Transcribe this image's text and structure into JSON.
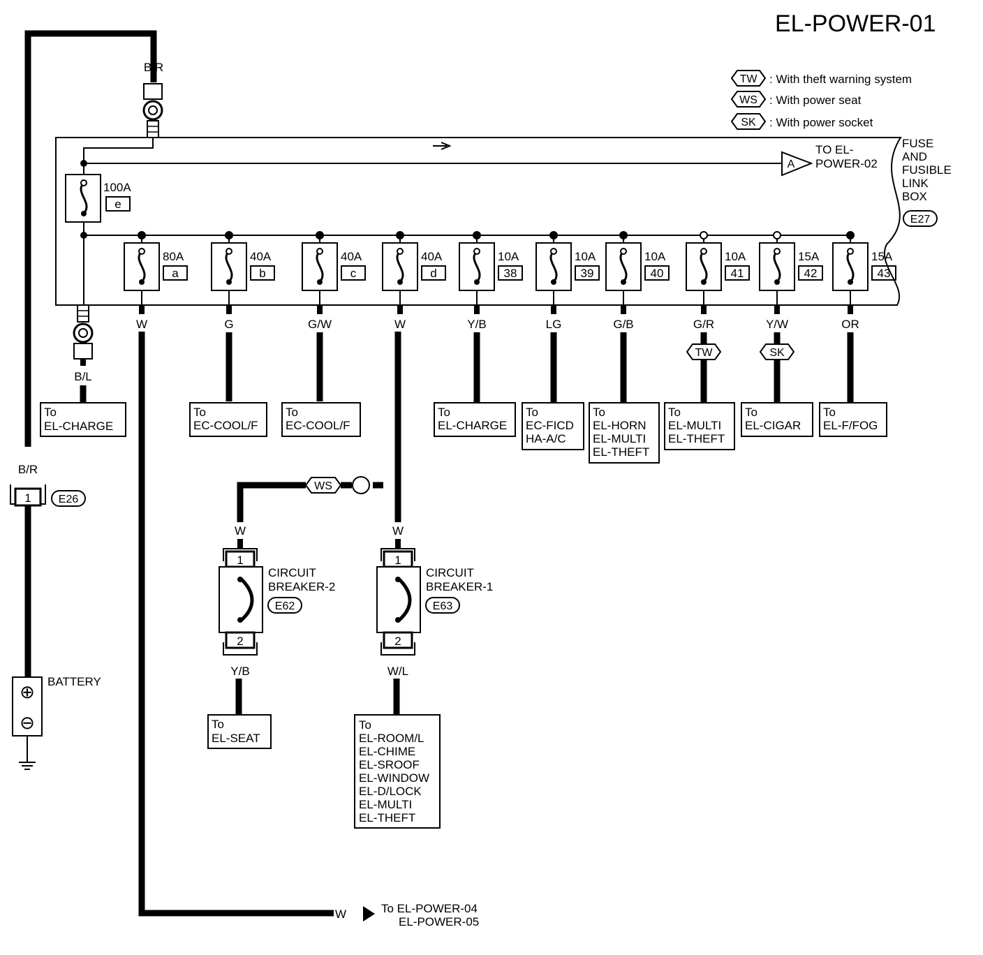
{
  "title": "EL-POWER-01",
  "legend": [
    {
      "code": "TW",
      "text": ": With theft warning system"
    },
    {
      "code": "WS",
      "text": ": With power seat"
    },
    {
      "code": "SK",
      "text": ": With power socket"
    }
  ],
  "fuse_box": {
    "lines": [
      "FUSE",
      "AND",
      "FUSIBLE",
      "LINK",
      "BOX"
    ],
    "connector": "E27"
  },
  "main_link": {
    "rating": "100A",
    "id": "e"
  },
  "top_wire": "B/R",
  "to_power02": {
    "letter": "A",
    "line1": "TO EL-",
    "line2": "POWER-02"
  },
  "fuses": [
    {
      "rating": "80A",
      "id": "a",
      "wire": "W"
    },
    {
      "rating": "40A",
      "id": "b",
      "wire": "G"
    },
    {
      "rating": "40A",
      "id": "c",
      "wire": "G/W"
    },
    {
      "rating": "40A",
      "id": "d",
      "wire": "W"
    },
    {
      "rating": "10A",
      "id": "38",
      "wire": "Y/B"
    },
    {
      "rating": "10A",
      "id": "39",
      "wire": "LG"
    },
    {
      "rating": "10A",
      "id": "40",
      "wire": "G/B"
    },
    {
      "rating": "10A",
      "id": "41",
      "wire": "G/R",
      "option": "TW"
    },
    {
      "rating": "15A",
      "id": "42",
      "wire": "Y/W",
      "option": "SK"
    },
    {
      "rating": "15A",
      "id": "43",
      "wire": "OR"
    }
  ],
  "destinations": [
    {
      "lines": [
        "To",
        "EL-CHARGE"
      ]
    },
    {
      "lines": [
        "To",
        "EC-COOL/F"
      ]
    },
    {
      "lines": [
        "To",
        "EC-COOL/F"
      ]
    },
    {
      "lines": [
        "To",
        "EL-CHARGE"
      ]
    },
    {
      "lines": [
        "To",
        "EC-FICD",
        "HA-A/C"
      ]
    },
    {
      "lines": [
        "To",
        "EL-HORN",
        "EL-MULTI",
        "EL-THEFT"
      ]
    },
    {
      "lines": [
        "To",
        "EL-MULTI",
        "EL-THEFT"
      ]
    },
    {
      "lines": [
        "To",
        "EL-CIGAR"
      ]
    },
    {
      "lines": [
        "To",
        "EL-F/FOG"
      ]
    }
  ],
  "charge_wire": "B/L",
  "battery": {
    "wire": "B/R",
    "connector_pin": "1",
    "connector": "E26",
    "label": "BATTERY",
    "plus": "⊕",
    "minus": "⊖"
  },
  "breaker2": {
    "lines": [
      "CIRCUIT",
      "BREAKER-2"
    ],
    "connector": "E62",
    "pin1": "1",
    "pin2": "2",
    "wire_in": "W",
    "wire_out": "Y/B",
    "option": "WS",
    "dest": [
      "To",
      "EL-SEAT"
    ]
  },
  "breaker1": {
    "lines": [
      "CIRCUIT",
      "BREAKER-1"
    ],
    "connector": "E63",
    "pin1": "1",
    "pin2": "2",
    "wire_in": "W",
    "wire_out": "W/L",
    "dest": [
      "To",
      "EL-ROOM/L",
      "EL-CHIME",
      "EL-SROOF",
      "EL-WINDOW",
      "EL-D/LOCK",
      "EL-MULTI",
      "EL-THEFT"
    ]
  },
  "bottom_route": {
    "wire": "W",
    "line1": "To EL-POWER-04",
    "line2": "EL-POWER-05"
  }
}
